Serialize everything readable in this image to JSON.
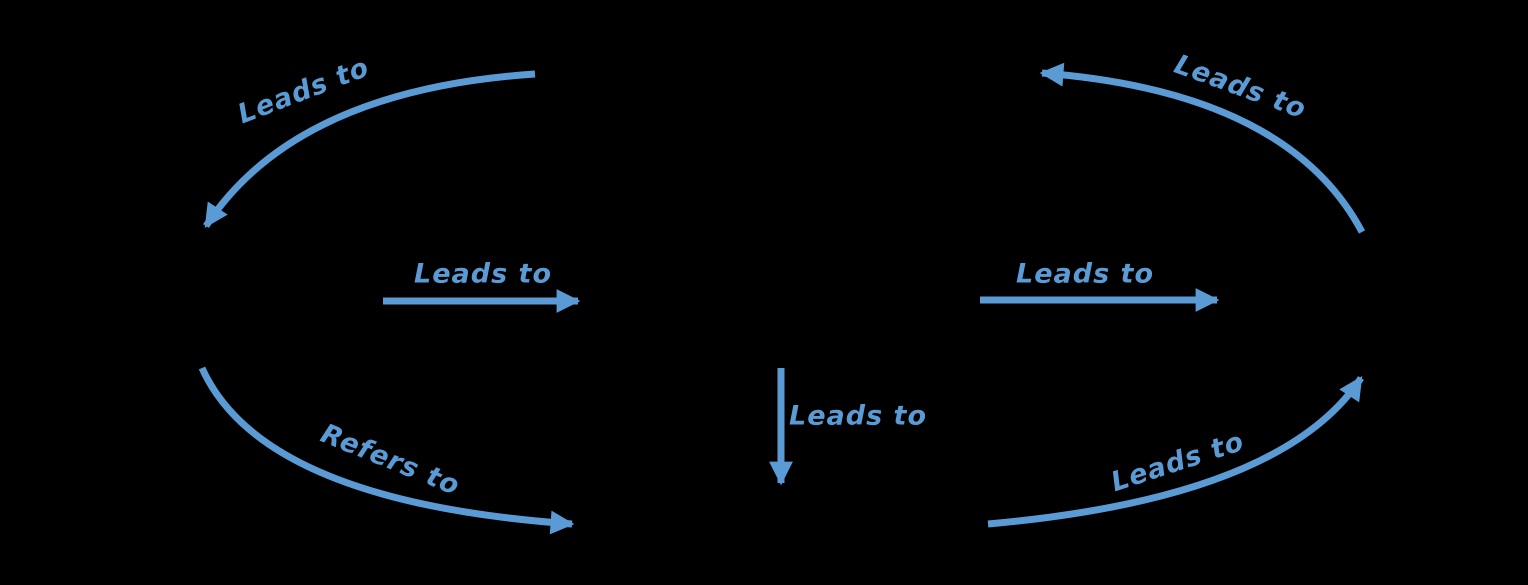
{
  "theme": {
    "background": "#000000",
    "accent": "#5b9bd5",
    "label_color": "#5b9bd5"
  },
  "diagram": {
    "type": "cycle-relationship-diagram",
    "edges": [
      {
        "id": "top-left-curve",
        "shape": "curved-arrow",
        "direction": "from top-center toward left, arrowhead down-left",
        "label": "Leads to"
      },
      {
        "id": "top-right-curve",
        "shape": "curved-arrow",
        "direction": "from right toward top-center, arrowhead up-left",
        "label": "Leads to"
      },
      {
        "id": "middle-left-arrow",
        "shape": "straight-arrow",
        "direction": "left to right",
        "label": "Leads to"
      },
      {
        "id": "middle-right-arrow",
        "shape": "straight-arrow",
        "direction": "left to right",
        "label": "Leads to"
      },
      {
        "id": "center-down-arrow",
        "shape": "straight-arrow",
        "direction": "top to bottom",
        "label": "Leads to"
      },
      {
        "id": "bottom-left-curve",
        "shape": "curved-arrow",
        "direction": "from left down toward bottom-center, arrowhead right",
        "label": "Refers to"
      },
      {
        "id": "bottom-right-curve",
        "shape": "curved-arrow",
        "direction": "from bottom-center up toward right, arrowhead up-right",
        "label": "Leads to"
      }
    ]
  }
}
